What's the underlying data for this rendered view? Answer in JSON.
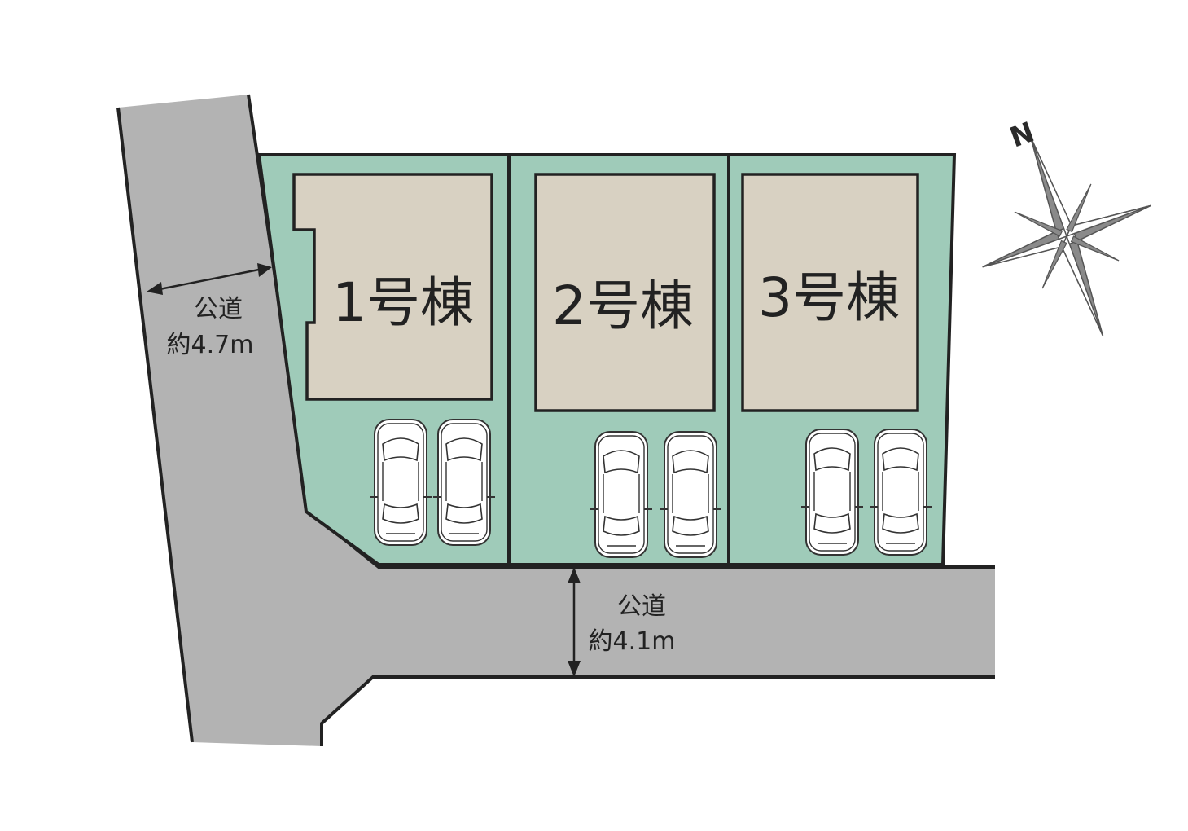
{
  "buildings": [
    {
      "label": "1号棟"
    },
    {
      "label": "2号棟"
    },
    {
      "label": "3号棟"
    }
  ],
  "roads": {
    "west": {
      "name": "公道",
      "width": "約4.7m"
    },
    "south": {
      "name": "公道",
      "width": "約4.1m"
    }
  },
  "compass": {
    "north_letter": "N"
  },
  "colors": {
    "road": "#b3b3b3",
    "lot": "#9fcbb9",
    "building": "#d8d1c2",
    "outline": "#222222",
    "compass": "#8a8a8a"
  },
  "parking_spaces_per_lot": 2
}
